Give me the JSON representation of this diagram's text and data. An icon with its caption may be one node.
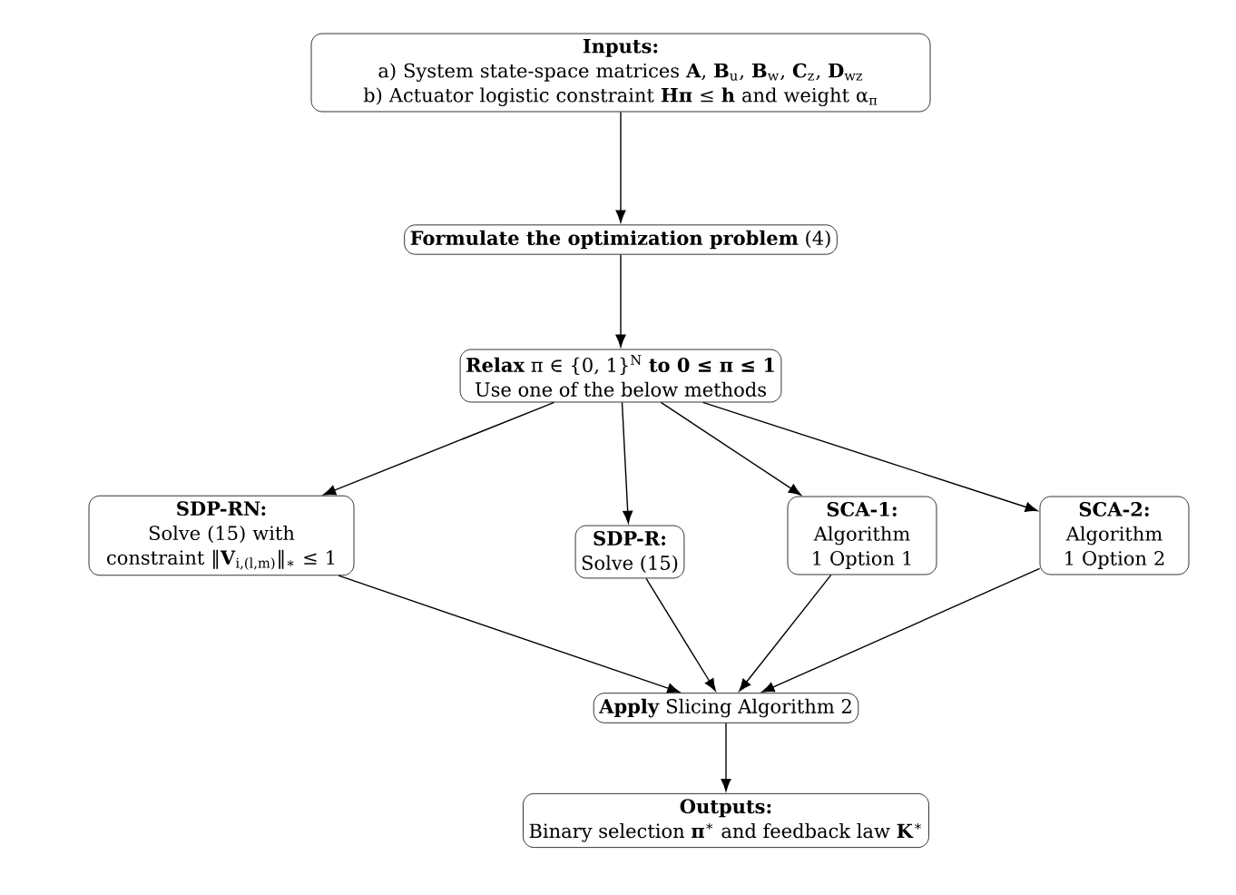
{
  "diagram": {
    "nodes": [
      {
        "text": [
          "Inputs:",
          "a) System state-space matrices **A**, **B**$_{u}$, **B**$_{w}$, **C**$_{z}$, **D**$_{wz}$",
          "b) Actuator logistic constraint **Hπ** ≤ **h** and weight α$_{π}$"
        ]
      },
      {
        "text": [
          "**Formulate the optimization problem** (4)"
        ]
      },
      {
        "text": [
          "**Relax** π ∈ {0, 1}$^{N}$ **to 0 ≤ π ≤ 1**",
          "Use one of the below methods"
        ]
      },
      {
        "text": [
          "SDP-RN:",
          "Solve (15) with constraint ‖**V**$_{i,(l,m)}$‖$_{∗}$ ≤ 1"
        ]
      },
      {
        "text": [
          "SDP-R:",
          "Solve (15)"
        ]
      },
      {
        "text": [
          "SCA-1:",
          "Algorithm 1 Option 1"
        ]
      },
      {
        "text": [
          "SCA-2:",
          "Algorithm 1 Option 2"
        ]
      },
      {
        "text": [
          "**Apply** Slicing Algorithm 2"
        ]
      },
      {
        "text": [
          "Outputs:",
          "Binary selection **π**$^{∗}$ and feedback law **K**$^{∗}$"
        ]
      }
    ],
    "edges": [
      {
        "from": 0,
        "to": 1,
        "arrow": "to"
      },
      {
        "from": 1,
        "to": 2,
        "arrow": "to"
      },
      {
        "from": 2,
        "to": 3,
        "arrow": "to"
      },
      {
        "from": 2,
        "to": 4,
        "arrow": "to"
      },
      {
        "from": 2,
        "to": 5,
        "arrow": "to"
      },
      {
        "from": 2,
        "to": 6,
        "arrow": "to"
      },
      {
        "from": 3,
        "to": 7,
        "arrow": "to"
      },
      {
        "from": 4,
        "to": 7,
        "arrow": "to"
      },
      {
        "from": 5,
        "to": 7,
        "arrow": "to"
      },
      {
        "from": 6,
        "to": 7,
        "arrow": "to"
      },
      {
        "from": 7,
        "to": 8,
        "arrow": "to"
      }
    ]
  }
}
